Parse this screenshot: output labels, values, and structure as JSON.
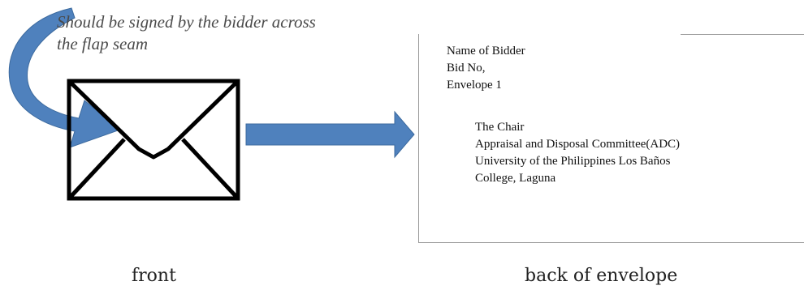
{
  "note": {
    "line1": "Should be signed by the bidder across",
    "line2": "the flap seam"
  },
  "envelope_back": {
    "sender_lines": [
      "Name of Bidder",
      "Bid No,",
      "Envelope 1"
    ],
    "recipient_lines": [
      "The Chair",
      "Appraisal and Disposal Committee(ADC)",
      "University of the Philippines Los Baños",
      "College, Laguna"
    ]
  },
  "captions": {
    "front": "front",
    "back": "back of envelope"
  },
  "colors": {
    "arrow_fill": "#4f81bd",
    "arrow_stroke": "#3c6a9e",
    "envelope_stroke": "#000000",
    "card_border": "#9a9a9a"
  },
  "icons": [
    "envelope-icon",
    "curved-arrow-icon",
    "right-arrow-icon"
  ]
}
